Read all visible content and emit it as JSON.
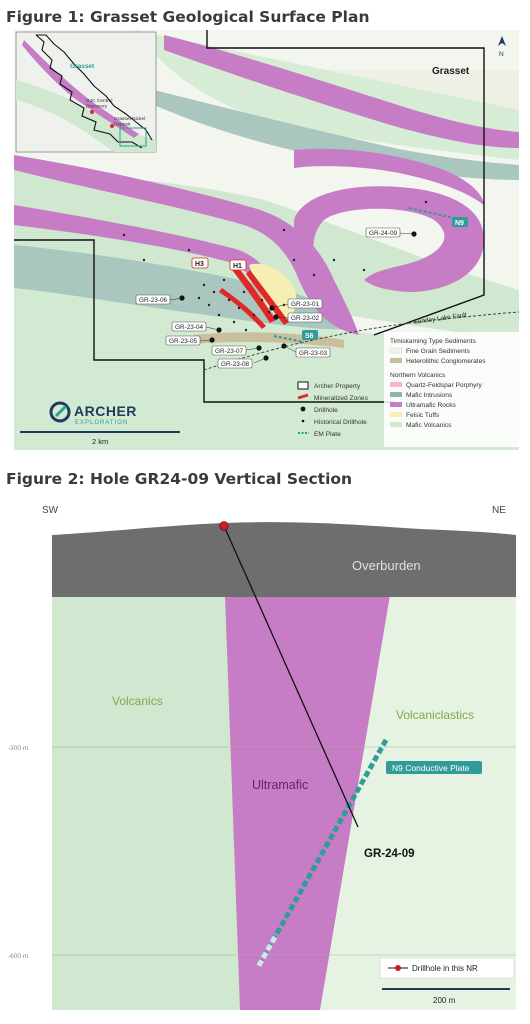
{
  "figure1": {
    "title": "Figure 1: Grasset Geological Surface Plan",
    "north": "N",
    "property_label": "Grasset",
    "inset": {
      "grasset": "Grasset",
      "gjc": "GJC Central\nDiscovery",
      "nickel": "Grasset Nickel\nDeposit"
    },
    "fault_label": "Sunday Lake Fault",
    "zones": {
      "h1": "H1",
      "h3": "H3"
    },
    "em_plates": {
      "n9": "N9",
      "s6": "S6"
    },
    "holes": {
      "gr2409": "GR-24-09",
      "gr2306": "GR-23-06",
      "gr2301": "GR-23-01",
      "gr2302": "GR-23-02",
      "gr2304": "GR-23-04",
      "gr2305": "GR-23-05",
      "gr2307": "GR-23-07",
      "gr2308": "GR-23-08",
      "gr2303": "GR-23-03"
    },
    "legend_left": [
      {
        "label": "Archer Property",
        "symbol": "box"
      },
      {
        "label": "Mineralized Zones",
        "symbol": "red"
      },
      {
        "label": "Drillhole",
        "symbol": "dot-big"
      },
      {
        "label": "Historical Drillhole",
        "symbol": "dot-small"
      },
      {
        "label": "EM Plate",
        "symbol": "dash"
      }
    ],
    "legend_right": {
      "group1": "Timiskaming Type Sediments",
      "group1_items": [
        {
          "label": "Fine Grain Sediments",
          "color": "#f2f2ea"
        },
        {
          "label": "Heterolithic Conglomerates",
          "color": "#c9bf9c"
        }
      ],
      "group2": "Northern Volcanics",
      "group2_items": [
        {
          "label": "Quartz-Feldspar Porphyry",
          "color": "#f7b8cf"
        },
        {
          "label": "Mafic Intrusions",
          "color": "#8fb3ad"
        },
        {
          "label": "Ultramafic Rocks",
          "color": "#c77dc6"
        },
        {
          "label": "Felsic Tuffs",
          "color": "#f5efb2"
        },
        {
          "label": "Mafic Volcanics",
          "color": "#cfe8cf"
        }
      ]
    },
    "logo_main": "ARCHER",
    "logo_sub": "EXPLORATION",
    "scale": "2 km"
  },
  "figure2": {
    "title": "Figure 2: Hole GR24-09 Vertical Section",
    "sw": "SW",
    "ne": "NE",
    "overburden": "Overburden",
    "volcanics": "Volcanics",
    "volcaniclastics": "Volcaniclastics",
    "ultramafic": "Ultramafic",
    "depth_300": "-300 m",
    "depth_600": "-600 m",
    "plate": "N9 Conductive Plate",
    "hole": "GR-24-09",
    "legend": "Drillhole in this NR",
    "scale": "200 m"
  },
  "colors": {
    "ultramafic": "#c77dc6",
    "mafic_volc": "#cfe8cf",
    "mafic_intr": "#8fb3ad",
    "em_plate": "#2f9c9a",
    "mineralized": "#e02828"
  }
}
